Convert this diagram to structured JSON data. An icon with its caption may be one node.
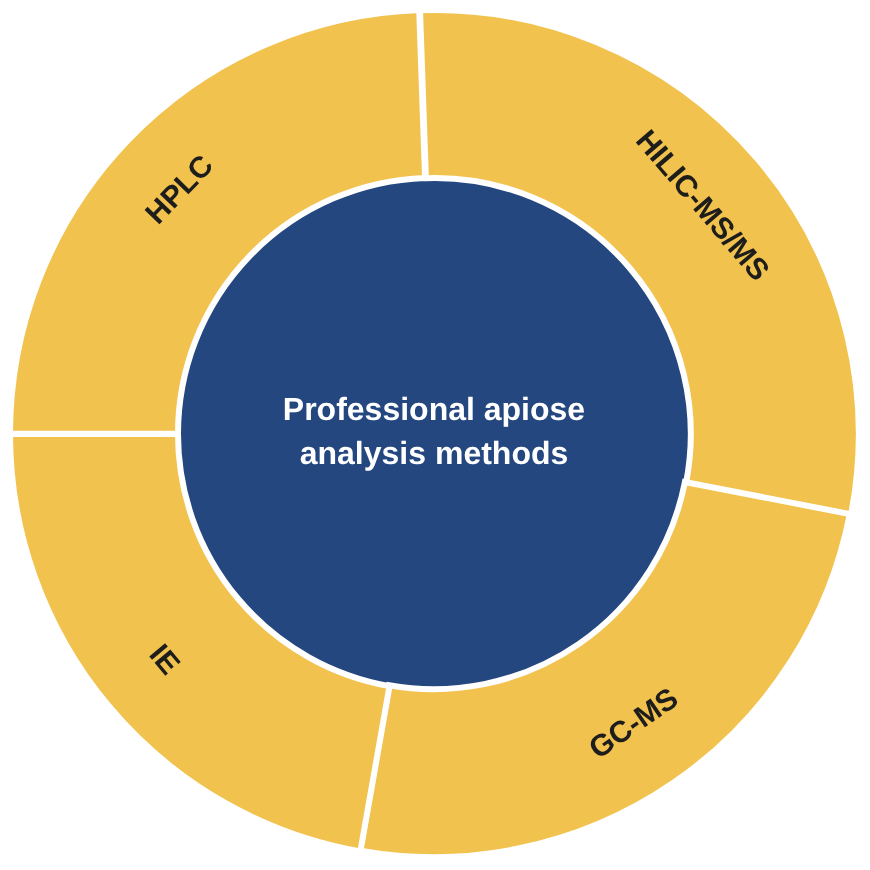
{
  "diagram": {
    "nodes": [
      {
        "text": [
          "Professional apiose analysis methods"
        ]
      },
      {
        "text": [
          "HPLC"
        ]
      },
      {
        "text": [
          "HILIC-MS/MS"
        ]
      },
      {
        "text": [
          "GC-MS"
        ]
      },
      {
        "text": [
          "IE"
        ]
      }
    ]
  }
}
